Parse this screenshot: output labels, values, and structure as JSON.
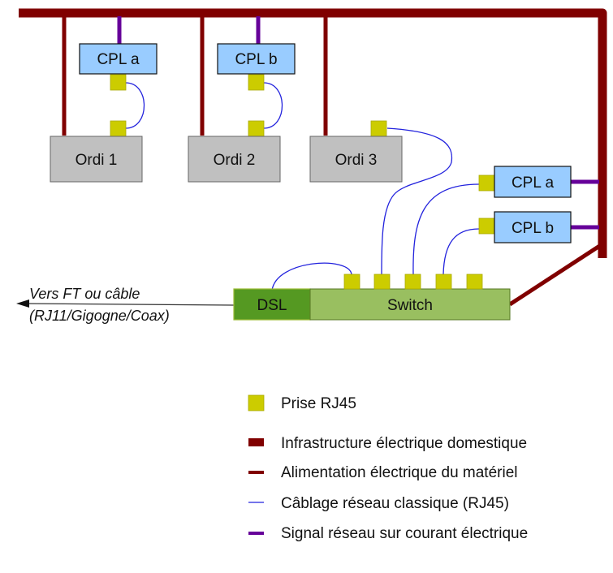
{
  "colors": {
    "infrastructure": "#800000",
    "power": "#800000",
    "network_cable": "#0000e6",
    "plc_signal": "#660099",
    "rj45": "#cccc00",
    "cpl_box": "#99ccff",
    "computer_box": "#c0c0c0",
    "dsl_box": "#559922",
    "switch_box": "#99bf60"
  },
  "nodes": {
    "cpl_a_top": "CPL a",
    "cpl_b_top": "CPL b",
    "ordi_1": "Ordi 1",
    "ordi_2": "Ordi 2",
    "ordi_3": "Ordi 3",
    "cpl_a_right": "CPL a",
    "cpl_b_right": "CPL b",
    "dsl": "DSL",
    "switch": "Switch"
  },
  "external_link": {
    "line1": "Vers FT ou câble",
    "line2": "(RJ11/Gigogne/Coax)"
  },
  "legend": {
    "items": [
      {
        "key": "rj45",
        "label": "Prise RJ45"
      },
      {
        "key": "infrastructure",
        "label": "Infrastructure électrique domestique"
      },
      {
        "key": "power",
        "label": "Alimentation électrique du matériel"
      },
      {
        "key": "network_cable",
        "label": "Câblage réseau classique (RJ45)"
      },
      {
        "key": "plc_signal",
        "label": "Signal réseau sur courant électrique"
      }
    ]
  }
}
